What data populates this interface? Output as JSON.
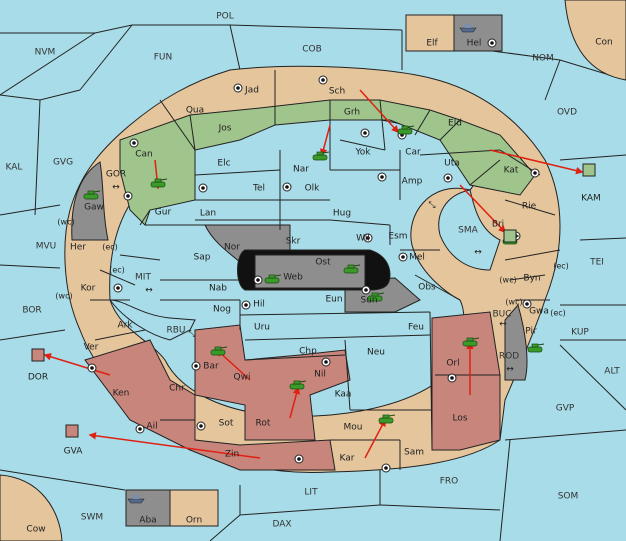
{
  "colors": {
    "sea": "#a8dce8",
    "neutral_land": "#e5c59c",
    "green_power": "#9fc58c",
    "red_power": "#c8857c",
    "gray_power": "#8e8e8e",
    "border": "#222222",
    "order_arrow": "#e02010"
  },
  "seas": {
    "pol": "POL",
    "nvm": "NVM",
    "fun": "FUN",
    "cob": "COB",
    "nom": "NOM",
    "ovd": "OVD",
    "kal": "KAL",
    "gvg": "GVG",
    "mvu": "MVU",
    "bor": "BOR",
    "mit": "MIT",
    "rbu": "RBU",
    "sma": "SMA",
    "tei": "TEI",
    "buc": "BUC",
    "kup": "KUP",
    "rod": "ROD",
    "alt": "ALT",
    "gvp": "GVP",
    "fro": "FRO",
    "som": "SOM",
    "lit": "LIT",
    "swm": "SWM",
    "dax": "DAX"
  },
  "corner_lands": {
    "con": "Con",
    "cow": "Cow",
    "kam": "KAM",
    "dor": "DOR",
    "gva": "GVA"
  },
  "homes": {
    "elf": "Elf",
    "hel": "Hel",
    "aba": "Aba",
    "orn": "Orn"
  },
  "provinces": {
    "jad": "Jad",
    "sch": "Sch",
    "qua": "Qua",
    "jos": "Jos",
    "grh": "Grh",
    "eld": "Eld",
    "can": "Can",
    "car": "Car",
    "nar": "Nar",
    "yok": "Yok",
    "uta": "Uta",
    "kat": "Kat",
    "elc": "Elc",
    "olk": "Olk",
    "amp": "Amp",
    "gur": "Gur",
    "tel": "Tel",
    "lan": "Lan",
    "hug": "Hug",
    "rie": "Rie",
    "gaw": "Gaw",
    "bri": "Bri",
    "nor": "Nor",
    "skr": "Skr",
    "wil": "Wil",
    "esm": "Esm",
    "sap": "Sap",
    "ost": "Ost",
    "web": "Web",
    "mel": "Mel",
    "byn": "Byn",
    "her": "Her",
    "kor": "Kor",
    "nab": "Nab",
    "eun": "Eun",
    "obs": "Obs",
    "hil": "Hil",
    "sun": "Sun",
    "nog": "Nog",
    "gwa": "Gwa",
    "ark": "Ark",
    "uru": "Uru",
    "feu": "Feu",
    "pir": "Pir",
    "ver": "Ver",
    "bar": "Bar",
    "chp": "Chp",
    "neu": "Neu",
    "orl": "Orl",
    "qwi": "Qwi",
    "nil": "Nil",
    "ken": "Ken",
    "chr": "Chr",
    "kaa": "Kaa",
    "rot": "Rot",
    "los": "Los",
    "ail": "Ail",
    "sot": "Sot",
    "mou": "Mou",
    "zin": "Zin",
    "kar": "Kar",
    "sam": "Sam"
  },
  "coast_marks": {
    "wc": "(wc)",
    "ec": "(ec)",
    "arrow_lr": "↔",
    "arrow_diag": "⤡"
  }
}
